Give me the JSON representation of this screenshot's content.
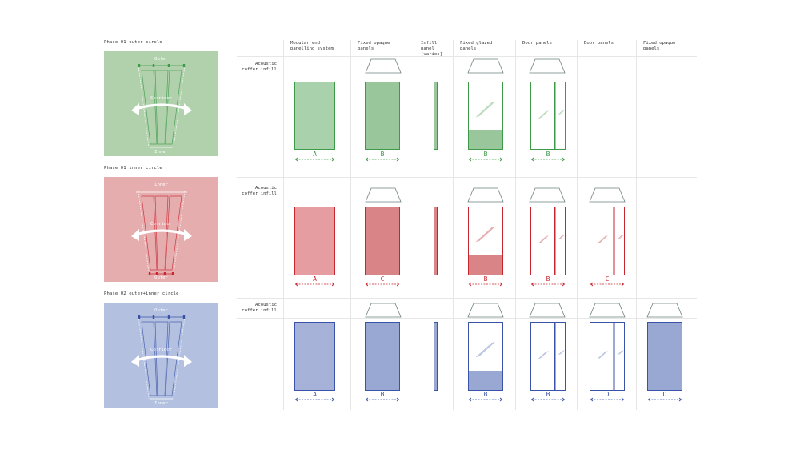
{
  "colors": {
    "green": "#3d9a48",
    "green_fill": "#99c79b",
    "green_bg": "#b1d1ad",
    "red": "#c8262f",
    "red_fill": "#d98587",
    "red_bg": "#e6adaf",
    "blue": "#3a53a8",
    "blue_fill": "#98a8d3",
    "blue_bg": "#b3c0e0",
    "grid": "#e6e6e6",
    "coffer_stroke": "#6f8080"
  },
  "phases": [
    {
      "title": "Phase 01 outer circle",
      "top_label": "Outer",
      "bottom_label": "Inner",
      "center_label": "Corridor"
    },
    {
      "title": "Phase 01 inner circle",
      "top_label": "Inner",
      "bottom_label": "Outer",
      "center_label": "Corridor"
    },
    {
      "title": "Phase 02 outer+inner circle",
      "top_label": "Outer",
      "bottom_label": "Inner",
      "center_label": "Corridor"
    }
  ],
  "table": {
    "columns": [
      "Modular end\npanelling system",
      "Fixed opaque\npanels",
      "Infill panel\n[varies]",
      "Fixed glazed\npanels",
      "Door panels",
      "Door panels",
      "Fixed opaque\npanels"
    ],
    "row_label": "Acoustic\ncoffer infill",
    "rows": [
      {
        "color": "green",
        "coffers": [
          false,
          true,
          false,
          true,
          true,
          false,
          false
        ],
        "panels": [
          {
            "type": "slatted",
            "dim": "A"
          },
          {
            "type": "solid",
            "dim": "B"
          },
          {
            "type": "infill",
            "dim": ""
          },
          {
            "type": "glazed",
            "dim": "B"
          },
          {
            "type": "door",
            "dim": "B"
          },
          {
            "type": "none",
            "dim": ""
          },
          {
            "type": "none",
            "dim": ""
          }
        ]
      },
      {
        "color": "red",
        "coffers": [
          false,
          true,
          false,
          true,
          true,
          true,
          false
        ],
        "panels": [
          {
            "type": "slatted",
            "dim": "A"
          },
          {
            "type": "solid",
            "dim": "C"
          },
          {
            "type": "infill",
            "dim": ""
          },
          {
            "type": "glazed",
            "dim": "B"
          },
          {
            "type": "door",
            "dim": "B"
          },
          {
            "type": "door",
            "dim": "C"
          },
          {
            "type": "none",
            "dim": ""
          }
        ]
      },
      {
        "color": "blue",
        "coffers": [
          false,
          true,
          false,
          true,
          true,
          true,
          true
        ],
        "panels": [
          {
            "type": "slatted",
            "dim": "A"
          },
          {
            "type": "solid",
            "dim": "B"
          },
          {
            "type": "infill",
            "dim": ""
          },
          {
            "type": "glazed",
            "dim": "B"
          },
          {
            "type": "door",
            "dim": "B"
          },
          {
            "type": "door",
            "dim": "D"
          },
          {
            "type": "solid",
            "dim": "D"
          }
        ]
      }
    ]
  }
}
